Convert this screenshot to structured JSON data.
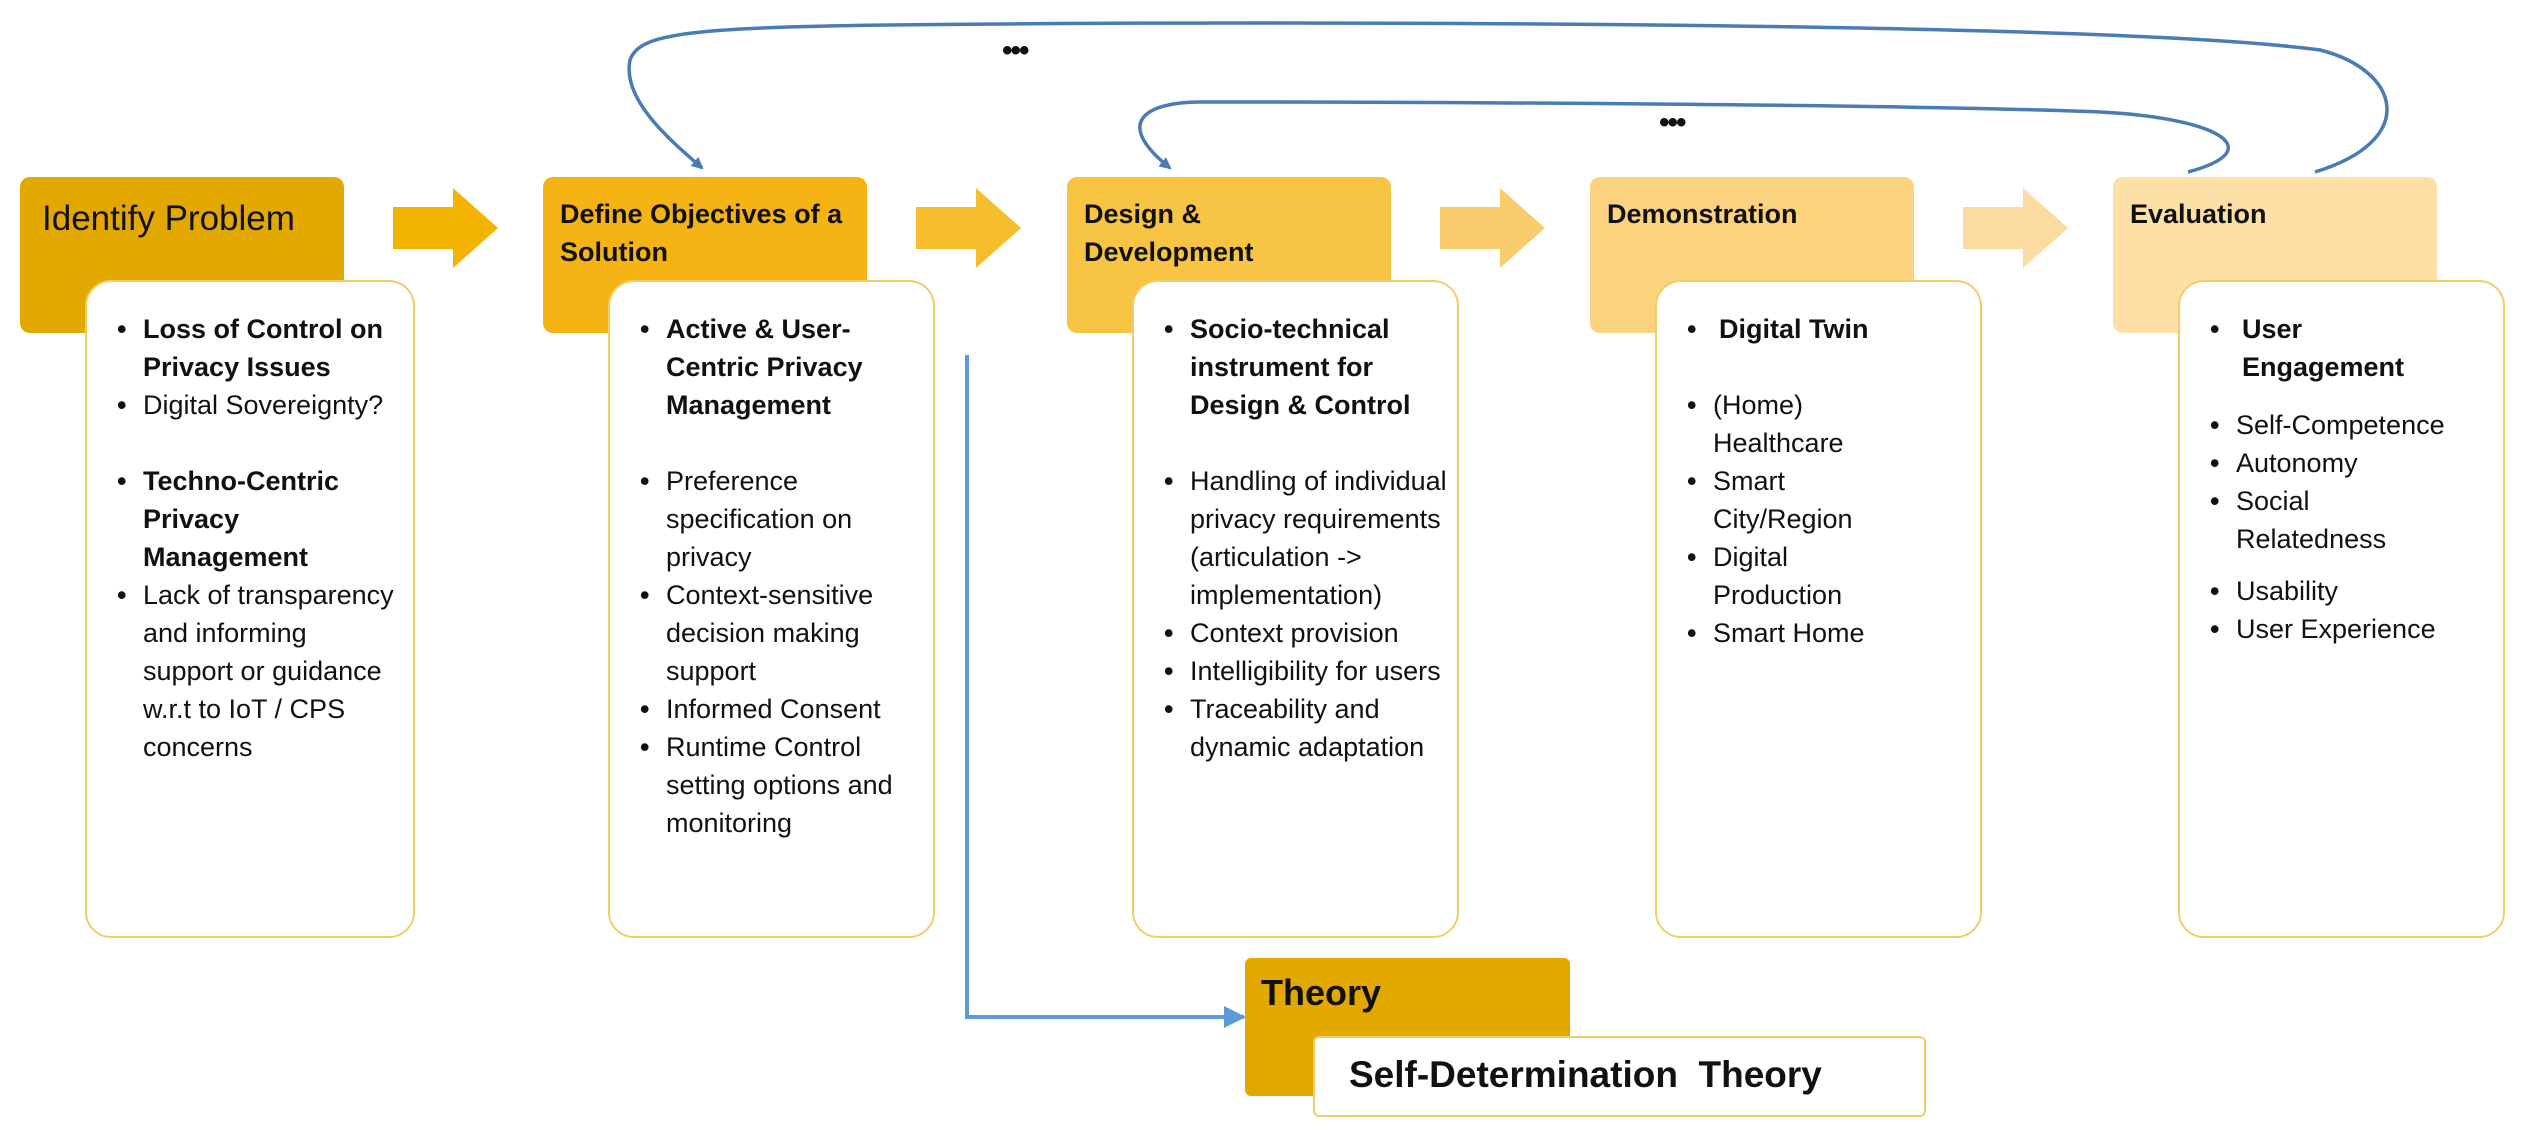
{
  "stages": [
    {
      "header": "Identify Problem",
      "color": "#e3a800",
      "items": [
        {
          "text": "Loss of Control on Privacy Issues",
          "bold": true
        },
        {
          "text": "Digital Sovereignty?",
          "bold": false
        },
        {
          "text": "Techno-Centric Privacy Management",
          "bold": true
        },
        {
          "text": "Lack of transparency and informing support or guidance w.r.t to IoT / CPS concerns",
          "bold": false
        }
      ]
    },
    {
      "header": "Define Objectives of a Solution",
      "color": "#f5b414",
      "items": [
        {
          "text": "Active & User-Centric Privacy Management",
          "bold": true
        },
        {
          "text": "Preference specification  on privacy",
          "bold": false
        },
        {
          "text": "Context-sensitive decision making support",
          "bold": false
        },
        {
          "text": "Informed Consent",
          "bold": false
        },
        {
          "text": "Runtime Control setting options and monitoring",
          "bold": false
        }
      ]
    },
    {
      "header": "Design & Development",
      "color": "#f8c443",
      "items": [
        {
          "text": "Socio-technical instrument for Design & Control",
          "bold": true
        },
        {
          "text": "Handling of individual privacy requirements (articulation -> implementation)",
          "bold": false
        },
        {
          "text": "Context provision",
          "bold": false
        },
        {
          "text": "Intelligibility for users",
          "bold": false
        },
        {
          "text": "Traceability and dynamic adaptation",
          "bold": false
        }
      ]
    },
    {
      "header": "Demonstration",
      "color": "#fbd27d",
      "items": [
        {
          "text": "Digital Twin",
          "bold": true
        },
        {
          "text": "(Home) Healthcare",
          "bold": false
        },
        {
          "text": "Smart City/Region",
          "bold": false
        },
        {
          "text": "Digital Production",
          "bold": false
        },
        {
          "text": "Smart Home",
          "bold": false
        }
      ]
    },
    {
      "header": "Evaluation",
      "color": "#fde0a6",
      "items": [
        {
          "text": "User Engagement",
          "bold": true
        },
        {
          "text": "Self-Competence",
          "bold": false
        },
        {
          "text": "Autonomy",
          "bold": false
        },
        {
          "text": "Social Relatedness",
          "bold": false
        },
        {
          "text": "Usability",
          "bold": false
        },
        {
          "text": "User Experience",
          "bold": false
        }
      ]
    }
  ],
  "arrow_colors": [
    "#f2b400",
    "#f6be2c",
    "#f9cd6c",
    "#fcdba0"
  ],
  "theory": {
    "header": "Theory",
    "content": "Self-Determination  Theory",
    "color": "#e3a800"
  },
  "ellipsis": [
    "•••",
    "•••"
  ],
  "line_color": "#4a7bb5",
  "theory_line_color": "#5b9bd5"
}
